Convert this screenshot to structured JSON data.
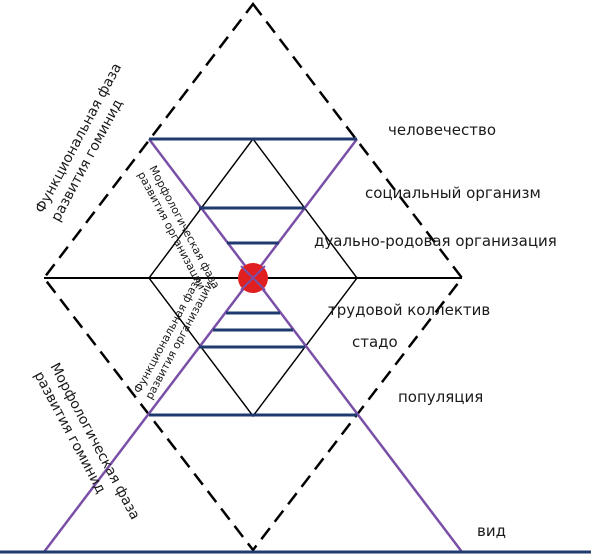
{
  "levels": {
    "humanity": "человечество",
    "social_organism": "социальный организм",
    "dual_clan": "дуально-родовая организация",
    "labor_collective": "трудовой  коллектив",
    "herd": "стадо",
    "population": "популяция",
    "species": "вид"
  },
  "side_labels": {
    "functional_phase": [
      "Функциональная фаза",
      "развития гоминид"
    ],
    "morphological_phase": [
      "Морфологическая фаза",
      "развития гоминид"
    ]
  },
  "inner_labels": {
    "morphological_org": [
      "Морфологическая фаза",
      "развития организации"
    ],
    "functional_org": [
      "Функциональная фаза",
      "развития организации"
    ]
  },
  "colors": {
    "navy": "#1f3a6e",
    "purple": "#7a4fa8",
    "black": "#000000",
    "center_dot": "#e02020"
  }
}
